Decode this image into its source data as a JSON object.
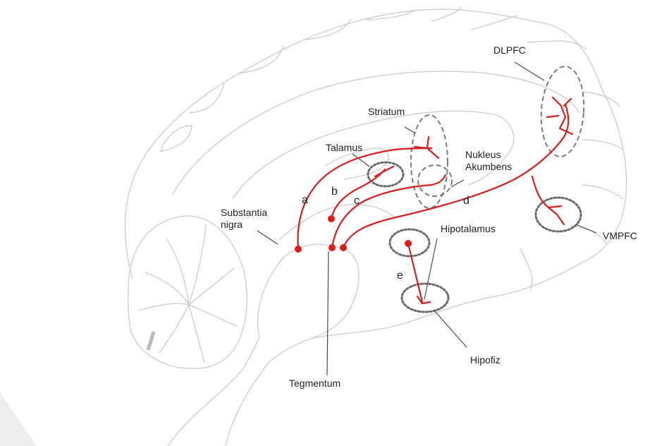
{
  "labels": {
    "dlpfc": "DLPFC",
    "striatum": "Striatum",
    "talamus": "Talamus",
    "nukleus_akumbens": "Nukleus\nAkumbens",
    "substantia_nigra": "Substantia\nnigra",
    "hipotalamus": "Hipotalamus",
    "vmpfc": "VMPFC",
    "hipofiz": "Hipofiz",
    "tegmentum": "Tegmentum"
  },
  "pathways": {
    "a": "a",
    "b": "b",
    "c": "c",
    "d": "d",
    "e": "e"
  },
  "colors": {
    "pathway": "#d81e1e",
    "outline": "#cfcfcf",
    "region_border": "#7b7b7b",
    "text": "#222222"
  }
}
